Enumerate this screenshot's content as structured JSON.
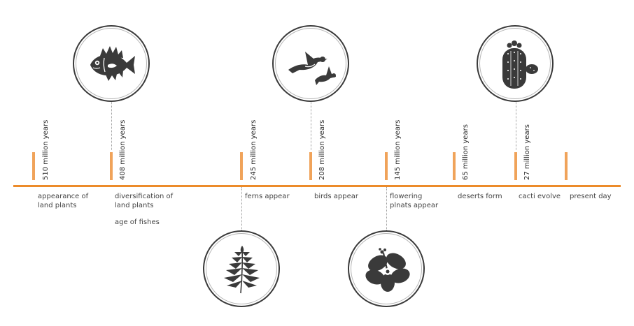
{
  "colors": {
    "axis": "#ec8b2a",
    "tick": "#f0a35a",
    "icon": "#3a3a3a"
  },
  "milestones": [
    {
      "year": "510 million years",
      "events": [
        "appearance of land plants"
      ]
    },
    {
      "year": "408 million years",
      "events": [
        "diversification of land plants",
        "age of fishes"
      ],
      "icon": "fish-icon"
    },
    {
      "year": "245 million years",
      "events": [
        "ferns appear"
      ],
      "icon": "fern-icon"
    },
    {
      "year": "208 million years",
      "events": [
        "birds appear"
      ],
      "icon": "birds-icon"
    },
    {
      "year": "145 million years",
      "events": [
        "flowering plnats appear"
      ],
      "icon": "flower-icon"
    },
    {
      "year": "65 million years",
      "events": [
        "deserts form"
      ]
    },
    {
      "year": "27 million years",
      "events": [
        "cacti evolve"
      ],
      "icon": "cactus-icon"
    },
    {
      "events": [
        "present day"
      ]
    }
  ]
}
